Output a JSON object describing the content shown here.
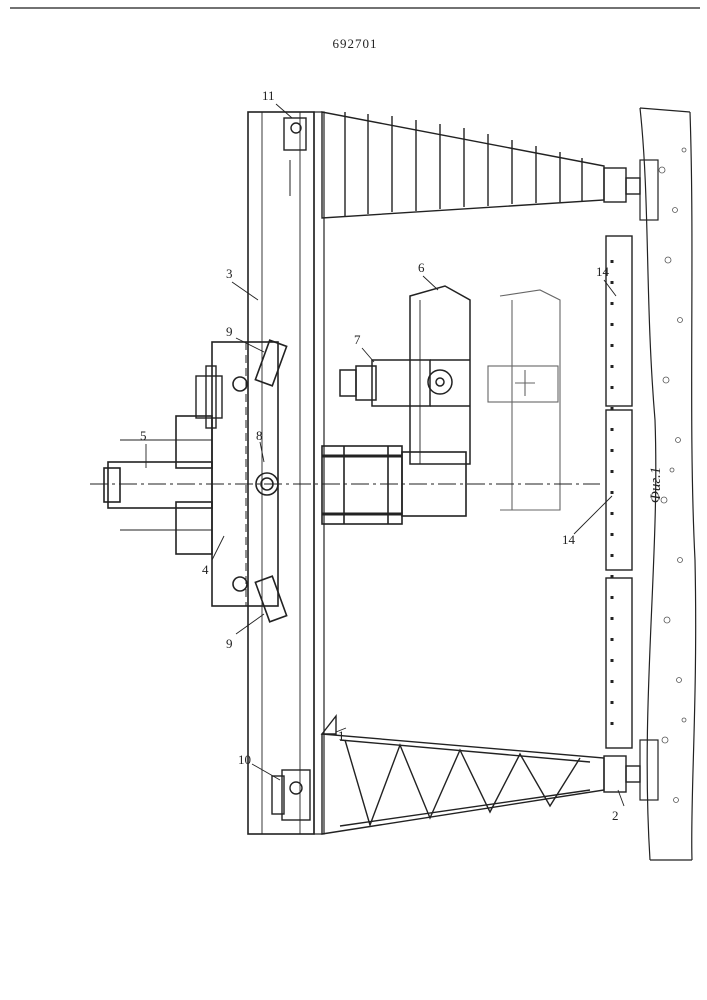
{
  "header": {
    "patent_number": "692701"
  },
  "caption": "Фиг.1",
  "callouts": {
    "c1": "1",
    "c2": "2",
    "c3": "3",
    "c4": "4",
    "c5": "5",
    "c6": "6",
    "c7": "7",
    "c8": "8",
    "c9_top": "9",
    "c9_bottom": "9",
    "c10": "10",
    "c11": "11",
    "c14_top": "14",
    "c14_bottom": "14"
  }
}
